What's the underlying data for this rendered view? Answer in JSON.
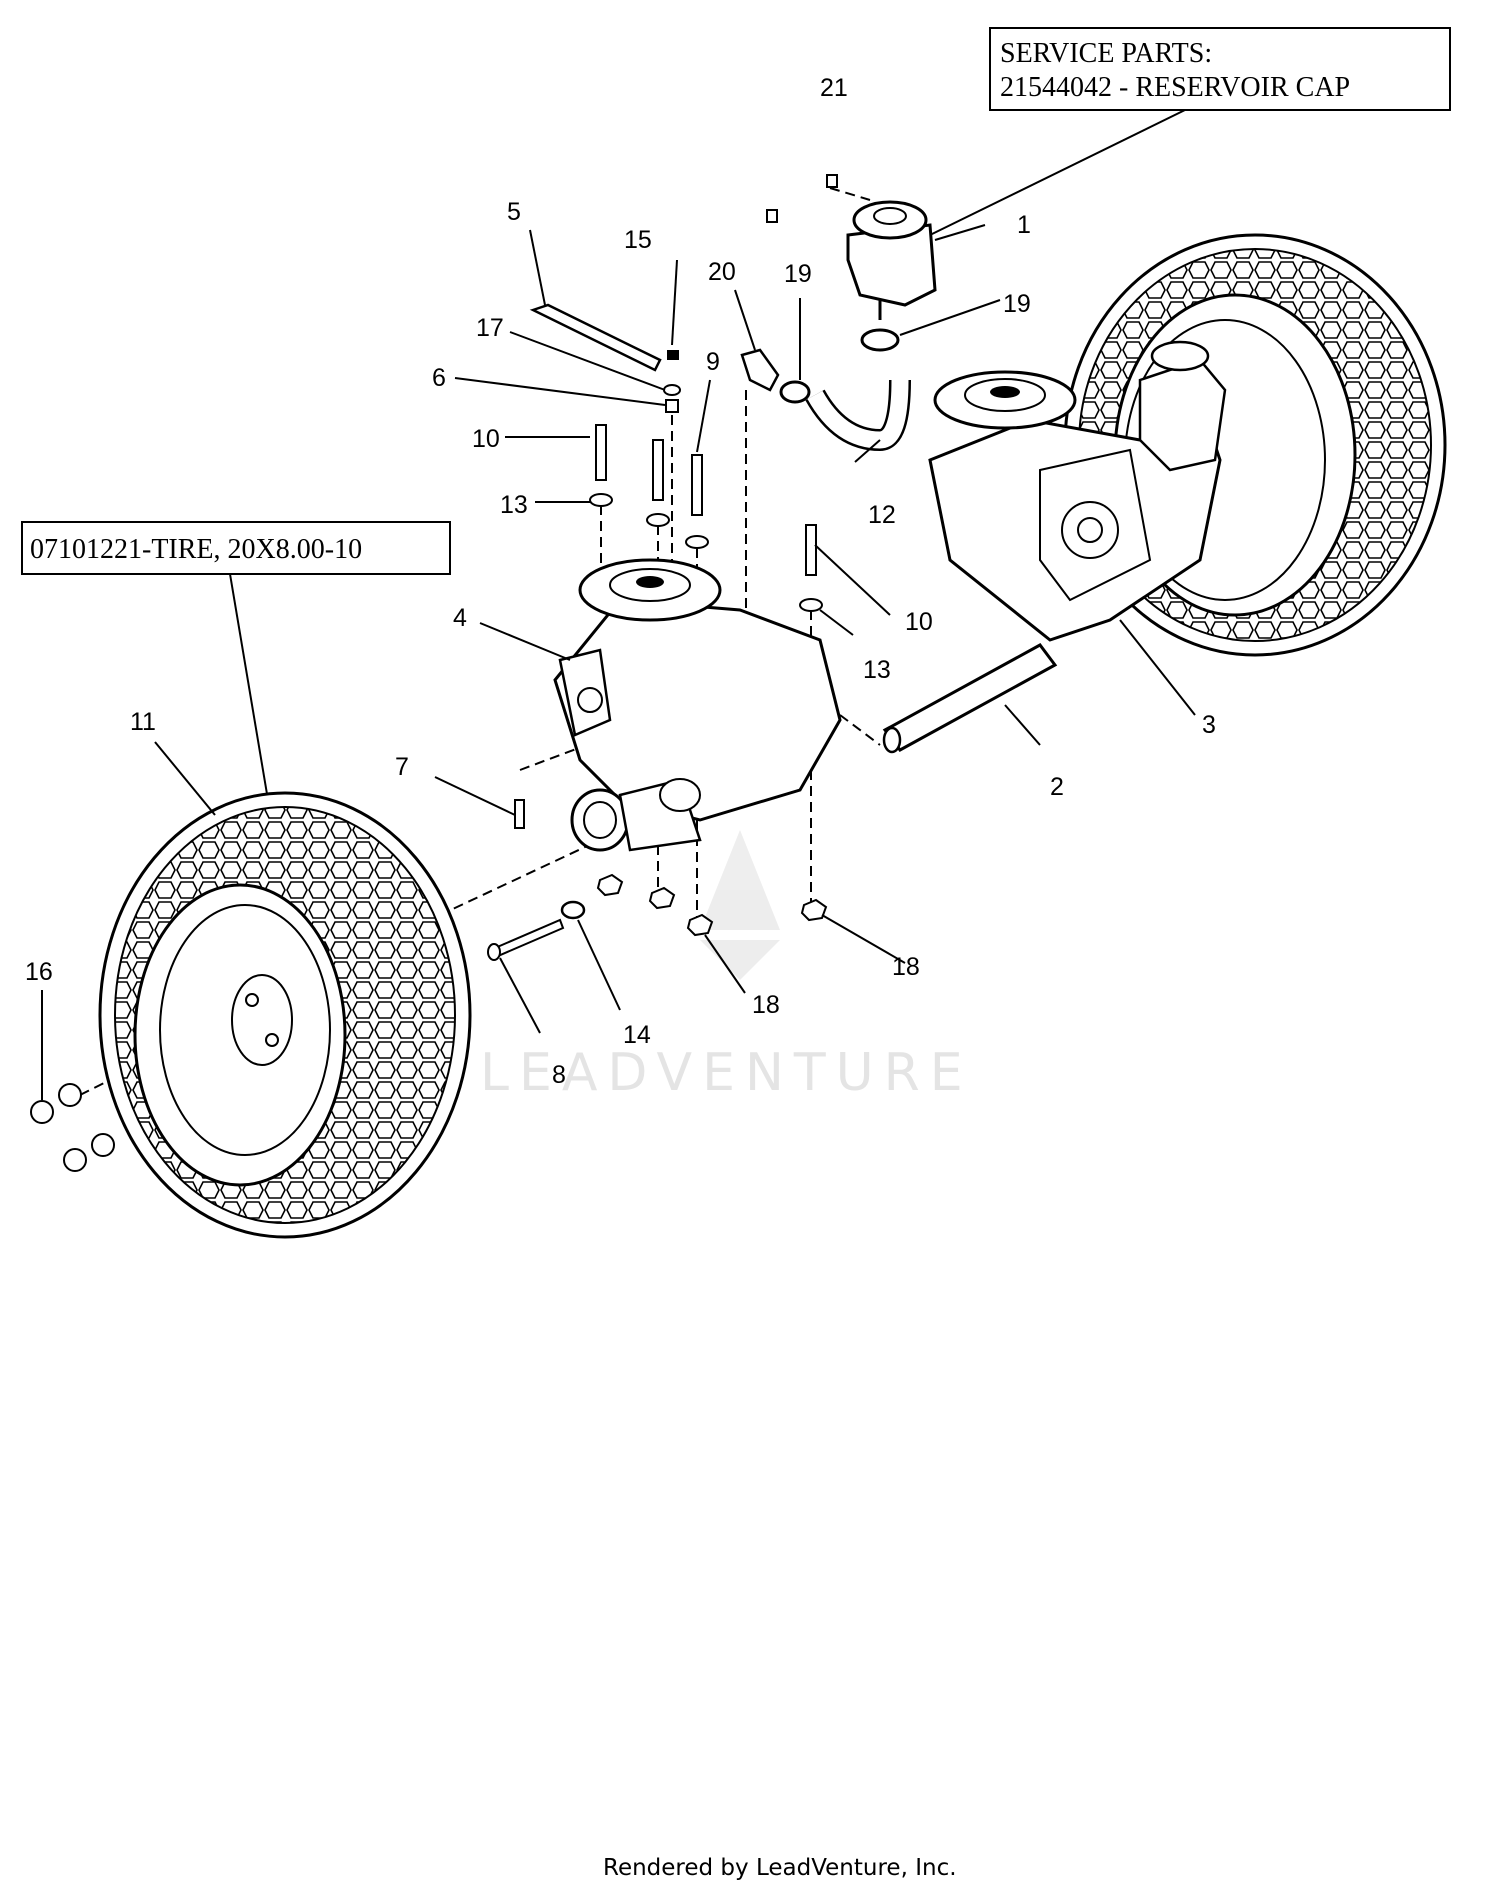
{
  "service_box": {
    "line1": "SERVICE PARTS:",
    "line2": "21544042 - RESERVOIR CAP"
  },
  "tire_box": {
    "text": "07101221-TIRE, 20X8.00-10"
  },
  "callouts": [
    {
      "id": "c1",
      "label": "1"
    },
    {
      "id": "c2",
      "label": "2"
    },
    {
      "id": "c3",
      "label": "3"
    },
    {
      "id": "c4",
      "label": "4"
    },
    {
      "id": "c5",
      "label": "5"
    },
    {
      "id": "c6",
      "label": "6"
    },
    {
      "id": "c7",
      "label": "7"
    },
    {
      "id": "c8",
      "label": "8"
    },
    {
      "id": "c9",
      "label": "9"
    },
    {
      "id": "c10a",
      "label": "10"
    },
    {
      "id": "c10b",
      "label": "10"
    },
    {
      "id": "c11",
      "label": "11"
    },
    {
      "id": "c12",
      "label": "12"
    },
    {
      "id": "c13a",
      "label": "13"
    },
    {
      "id": "c13b",
      "label": "13"
    },
    {
      "id": "c14",
      "label": "14"
    },
    {
      "id": "c15",
      "label": "15"
    },
    {
      "id": "c16",
      "label": "16"
    },
    {
      "id": "c17",
      "label": "17"
    },
    {
      "id": "c18a",
      "label": "18"
    },
    {
      "id": "c18b",
      "label": "18"
    },
    {
      "id": "c19a",
      "label": "19"
    },
    {
      "id": "c19b",
      "label": "19"
    },
    {
      "id": "c20",
      "label": "20"
    },
    {
      "id": "c21",
      "label": "21"
    }
  ],
  "watermark": "LEADVENTURE",
  "footer": "Rendered by LeadVenture, Inc."
}
